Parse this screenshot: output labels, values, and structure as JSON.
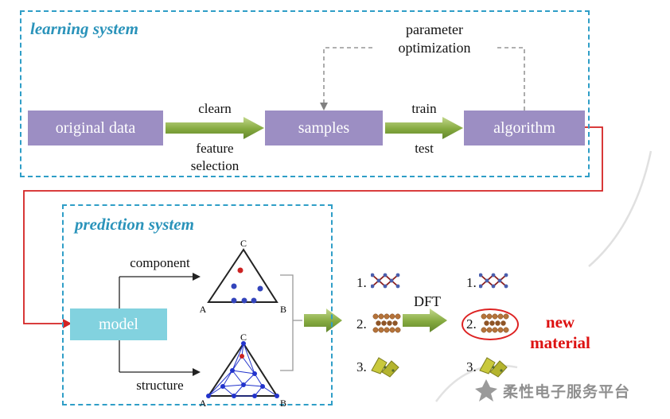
{
  "learning_system": {
    "title": "learning system",
    "original_data": "original data",
    "samples": "samples",
    "algorithm": "algorithm",
    "arrow1_above": "clearn",
    "arrow1_below_1": "feature",
    "arrow1_below_2": "selection",
    "arrow2_above": "train",
    "arrow2_below": "test",
    "feedback_label": "parameter optimization"
  },
  "prediction_system": {
    "title": "prediction system",
    "model": "model",
    "component_label": "component",
    "structure_label": "structure",
    "triangle": {
      "top": "C",
      "left": "A",
      "right": "B"
    }
  },
  "results": {
    "items": [
      "1.",
      "2.",
      "3."
    ],
    "dft_label": "DFT",
    "new_material": "new material"
  },
  "watermark": {
    "brand": "柔性电子服务平台"
  },
  "colors": {
    "frame_teal": "#2f9ec7",
    "box_purple": "#9c8ec3",
    "box_cyan": "#82d2df",
    "arrow_green": "#7da33a",
    "flow_red": "#d42222",
    "highlight_red": "#dd2222",
    "watermark_gray": "#8f8f8f"
  }
}
